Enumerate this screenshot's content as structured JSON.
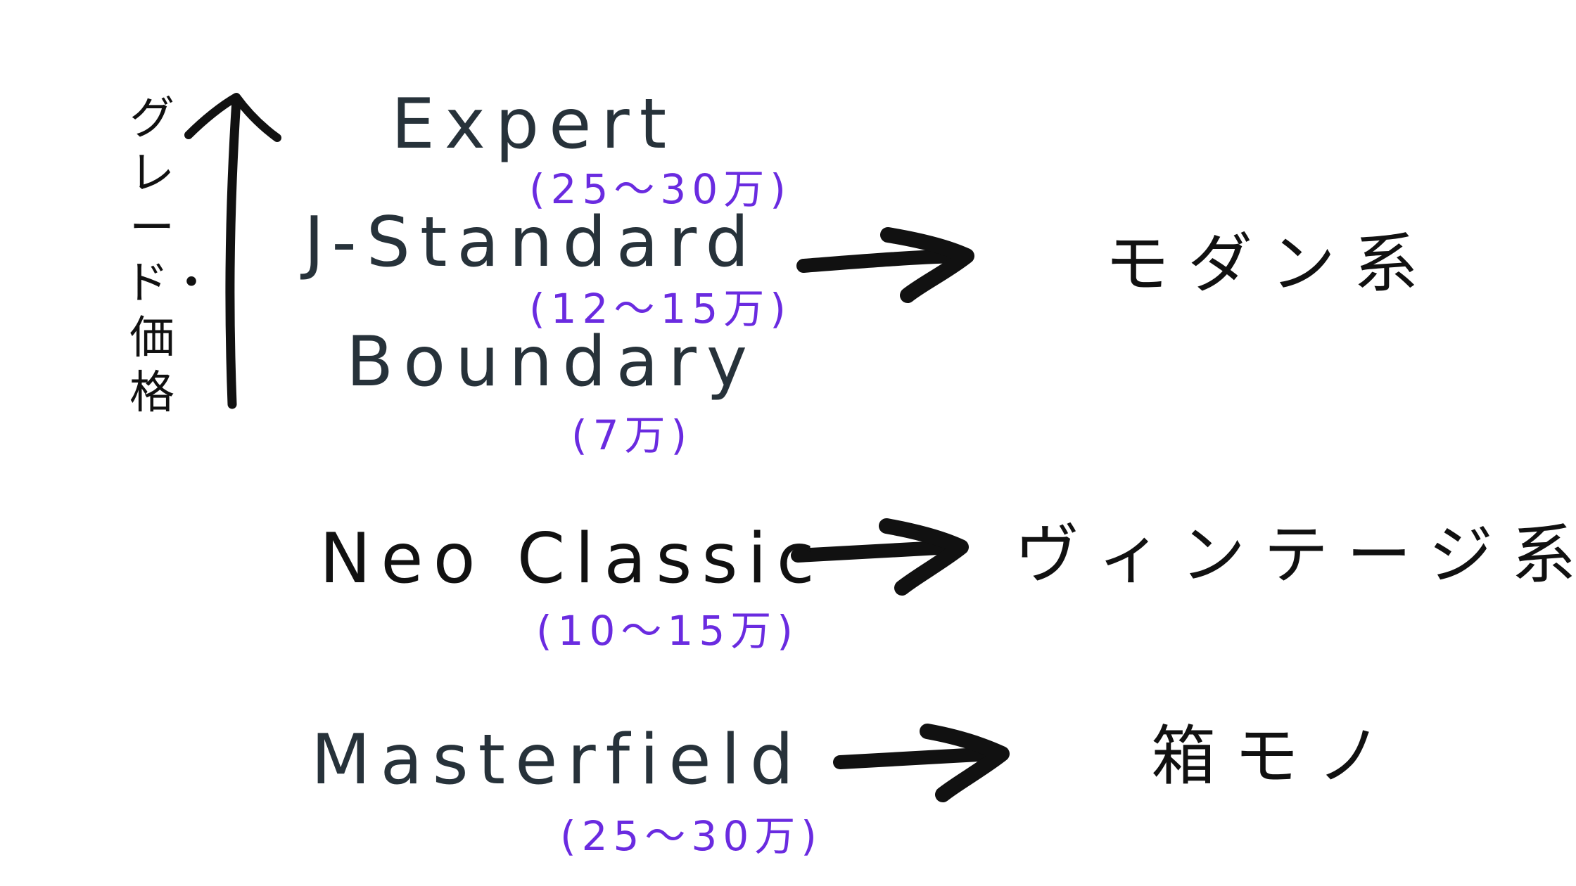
{
  "axis": {
    "label": "グレード・価格"
  },
  "models": [
    {
      "name": "Expert",
      "price": "(25〜30万)"
    },
    {
      "name": "J-Standard",
      "price": "(12〜15万)"
    },
    {
      "name": "Boundary",
      "price": "(7万)"
    },
    {
      "name": "Neo Classic",
      "price": "(10〜15万)"
    },
    {
      "name": "Masterfield",
      "price": "(25〜30万)"
    }
  ],
  "categories": {
    "modern": "モダン系",
    "vintage": "ヴィンテージ系",
    "box": "箱モノ"
  },
  "colors": {
    "model_text": "#27323a",
    "price_text": "#6a2be0",
    "ink": "#111111"
  }
}
